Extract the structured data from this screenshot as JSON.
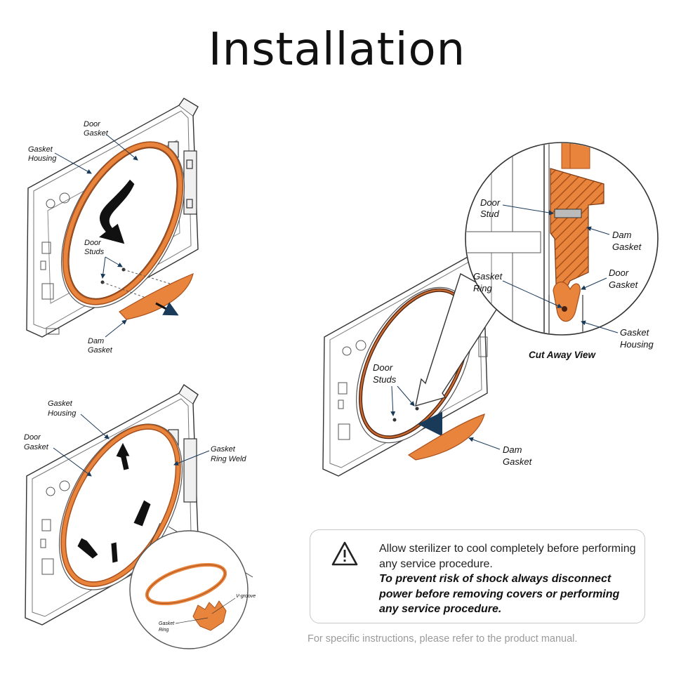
{
  "title": "Installation",
  "panel_top_left": {
    "labels": {
      "gasket_housing": [
        "Gasket",
        "Housing"
      ],
      "door_gasket": [
        "Door",
        "Gasket"
      ],
      "door_studs": [
        "Door",
        "Studs"
      ],
      "dam_gasket": [
        "Dam",
        "Gasket"
      ]
    }
  },
  "panel_bottom_left": {
    "labels": {
      "gasket_housing": [
        "Gasket",
        "Housing"
      ],
      "door_gasket": [
        "Door",
        "Gasket"
      ],
      "gasket_ring_weld": [
        "Gasket",
        "Ring Weld"
      ],
      "v_groove": "V-groove",
      "gasket_ring": [
        "Gasket",
        "Ring"
      ]
    }
  },
  "panel_right": {
    "labels": {
      "door_stud": [
        "Door",
        "Stud"
      ],
      "dam_gasket_top": [
        "Dam",
        "Gasket"
      ],
      "door_gasket": [
        "Door",
        "Gasket"
      ],
      "gasket_ring": [
        "Gasket",
        "Ring"
      ],
      "gasket_housing": [
        "Gasket",
        "Housing"
      ],
      "cut_away_view": "Cut Away View",
      "door_studs": [
        "Door",
        "Studs"
      ],
      "dam_gasket_bottom": [
        "Dam",
        "Gasket"
      ]
    }
  },
  "warning": {
    "icon": "warning-triangle-icon",
    "line1": "Allow sterilizer to cool completely before performing any service procedure.",
    "line2": "To prevent risk of shock always disconnect power before removing covers or performing any service procedure."
  },
  "footer": "For specific instructions, please refer to the product manual.",
  "colors": {
    "gasket_orange": "#e8843c",
    "gasket_dark": "#a8501c",
    "line": "#222222",
    "footer_text": "#9a9a9a"
  }
}
